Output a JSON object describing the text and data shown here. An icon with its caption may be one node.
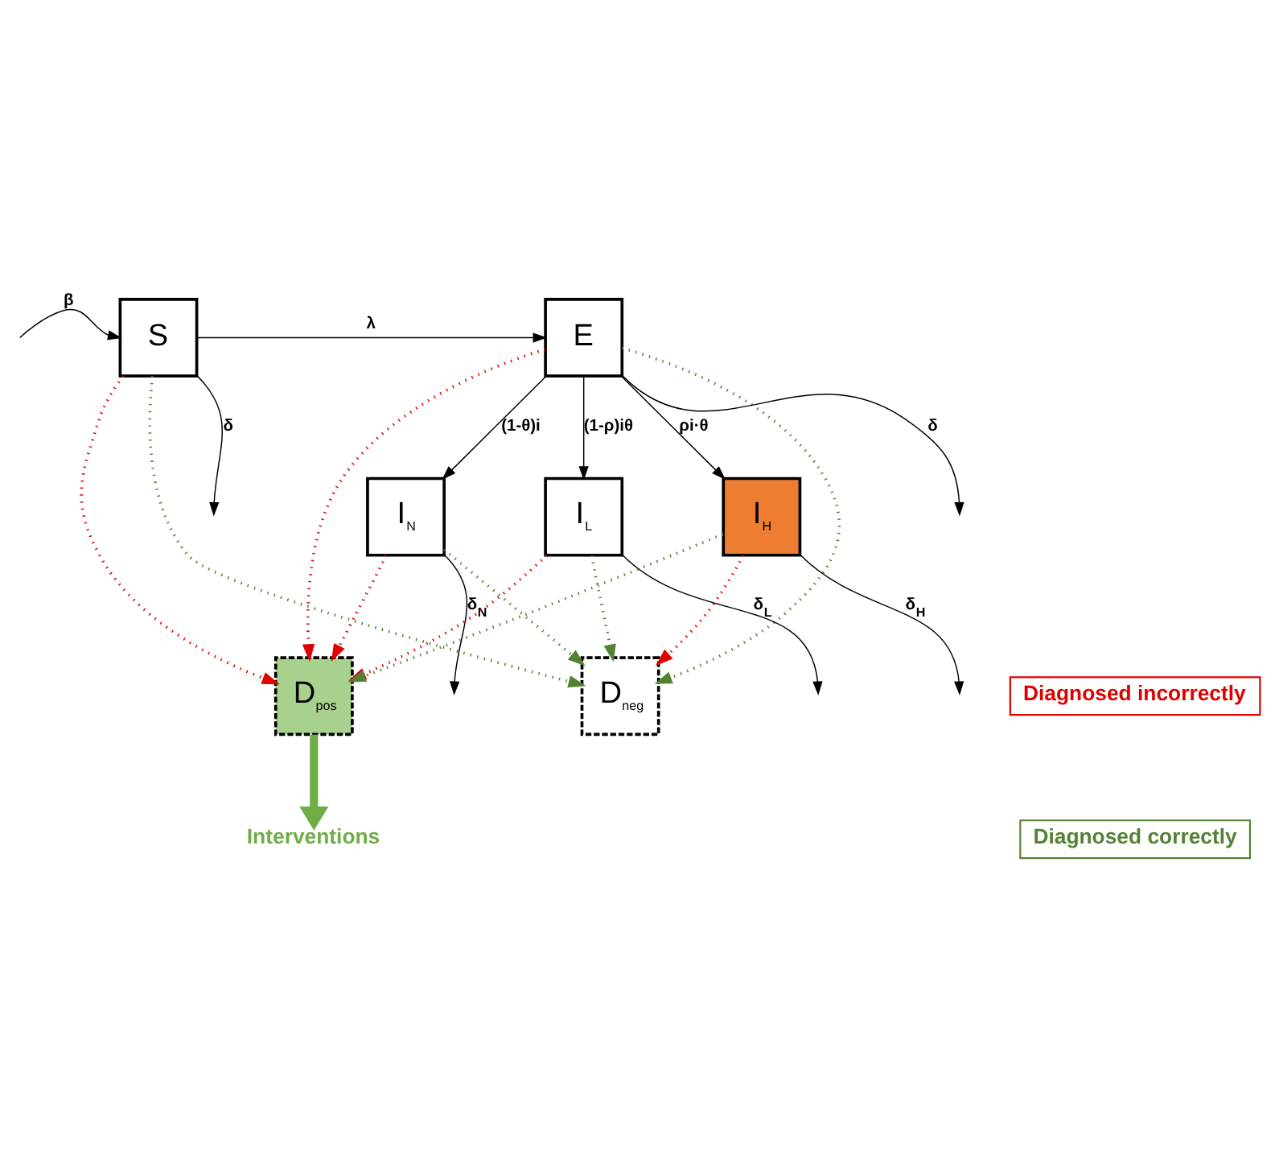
{
  "diagram": {
    "nodes": [
      {
        "text": [
          "S"
        ]
      },
      {
        "text": [
          "E"
        ]
      },
      {
        "text": [
          "I$_{N}$"
        ]
      },
      {
        "text": [
          "I$_{L}$"
        ]
      },
      {
        "text": [
          "I$_{H}$"
        ]
      },
      {
        "text": [
          "D$_{neg}$"
        ]
      },
      {
        "text": [
          "D$_{pos}$"
        ]
      },
      {
        "text": [
          "Interventions"
        ]
      }
    ],
    "edges": [
      {
        "from": 0,
        "to": null,
        "arrow": "to",
        "label": "δ"
      },
      {
        "from": null,
        "to": 0,
        "arrow": "to",
        "label": "β"
      },
      {
        "from": 0,
        "to": 1,
        "arrow": "to",
        "label": "λ"
      },
      {
        "from": 1,
        "to": 2,
        "arrow": "to",
        "label": "(1-θ)i"
      },
      {
        "from": 1,
        "to": 3,
        "arrow": "to",
        "label": "(1-ρ)iθ"
      },
      {
        "from": 1,
        "to": 4,
        "arrow": "to",
        "label": "ρi·θ"
      },
      {
        "from": 1,
        "to": null,
        "arrow": "to",
        "label": "δ"
      },
      {
        "from": 2,
        "to": null,
        "arrow": "to",
        "label": "δ$_{N}$"
      },
      {
        "from": 3,
        "to": null,
        "arrow": "to",
        "label": "δ$_{L}$"
      },
      {
        "from": 4,
        "to": null,
        "arrow": "to",
        "label": "δ$_{H}$"
      },
      {
        "from": 0,
        "to": 5,
        "arrow": "to",
        "style": "dashed",
        "color": "#548235"
      },
      {
        "from": 0,
        "to": 6,
        "arrow": "to",
        "style": "dashed",
        "color": "#e00000"
      },
      {
        "from": 1,
        "to": 5,
        "arrow": "to",
        "style": "dashed",
        "color": "#548235"
      },
      {
        "from": 1,
        "to": 6,
        "arrow": "to",
        "style": "dashed",
        "color": "#e00000"
      },
      {
        "from": 2,
        "to": 5,
        "arrow": "to",
        "style": "dashed",
        "color": "#548235"
      },
      {
        "from": 2,
        "to": 6,
        "arrow": "to",
        "style": "dashed",
        "color": "#e00000"
      },
      {
        "from": 3,
        "to": 5,
        "arrow": "to",
        "style": "dashed",
        "color": "#548235"
      },
      {
        "from": 3,
        "to": 6,
        "arrow": "to",
        "style": "dashed",
        "color": "#e00000"
      },
      {
        "from": 4,
        "to": 5,
        "arrow": "to",
        "style": "dashed",
        "color": "#e00000"
      },
      {
        "from": 4,
        "to": 6,
        "arrow": "to",
        "style": "dashed",
        "color": "#548235"
      },
      {
        "from": 6,
        "to": 7,
        "arrow": "to",
        "style": "thick",
        "color": "#70ad47"
      }
    ],
    "legend": [
      {
        "text": "Diagnosed incorrectly",
        "color": "#e00000"
      },
      {
        "text": "Diagnosed correctly",
        "color": "#548235"
      }
    ]
  }
}
